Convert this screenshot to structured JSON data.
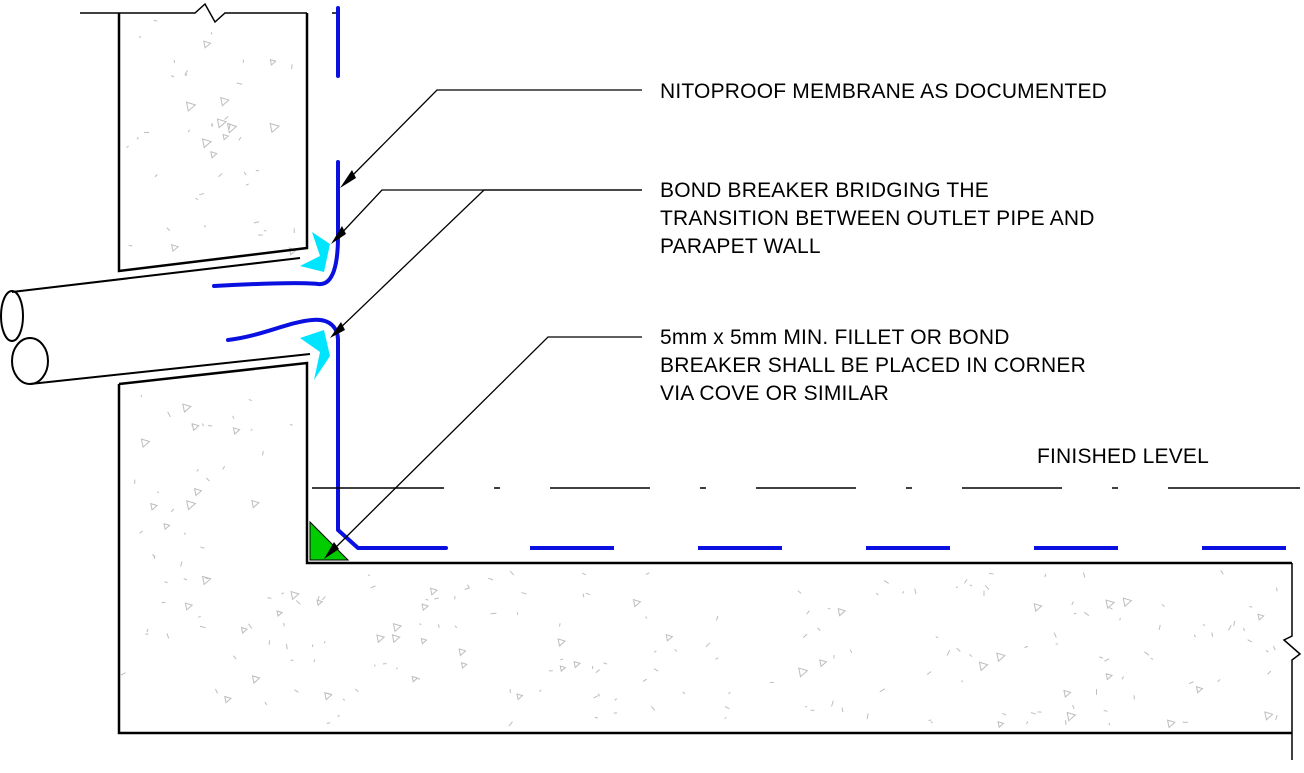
{
  "labels": {
    "membrane": "NITOPROOF MEMBRANE AS DOCUMENTED",
    "bond_breaker": [
      "BOND BREAKER BRIDGING THE",
      "TRANSITION BETWEEN OUTLET PIPE AND",
      "PARAPET WALL"
    ],
    "fillet": [
      "5mm x 5mm MIN. FILLET OR BOND",
      "BREAKER SHALL BE PLACED IN CORNER",
      "VIA COVE OR SIMILAR"
    ],
    "finished_level": "FINISHED LEVEL"
  },
  "colors": {
    "membrane": "#0a10e0",
    "bond_breaker": "#00e5ff",
    "fillet": "#00cc00",
    "linework": "#000000",
    "concrete_hatch": "#bdbdbd"
  }
}
